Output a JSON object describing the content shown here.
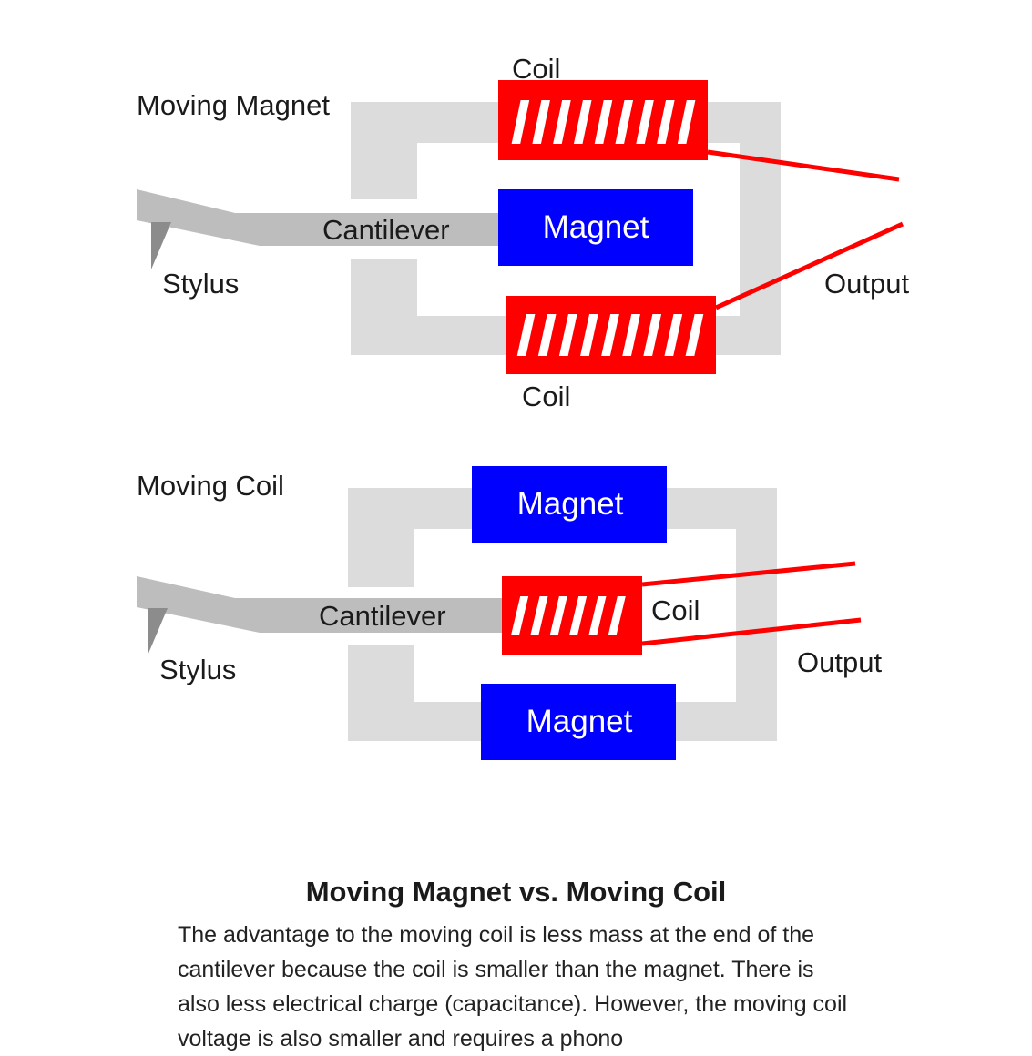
{
  "diagram": {
    "moving_magnet": {
      "title": "Moving Magnet",
      "coil_top_label": "Coil",
      "coil_bottom_label": "Coil",
      "magnet_label": "Magnet",
      "cantilever_label": "Cantilever",
      "stylus_label": "Stylus",
      "output_label": "Output"
    },
    "moving_coil": {
      "title": "Moving Coil",
      "magnet_top_label": "Magnet",
      "magnet_bottom_label": "Magnet",
      "coil_label": "Coil",
      "cantilever_label": "Cantilever",
      "stylus_label": "Stylus",
      "output_label": "Output"
    },
    "colors": {
      "magnet": "#0000ff",
      "coil": "#ff0000",
      "core": "#dcdcdc",
      "cantilever": "#bdbdbd",
      "stylus": "#8c8c8c"
    }
  },
  "article": {
    "heading": "Moving Magnet vs. Moving Coil",
    "paragraph": "The advantage to the moving coil is less mass at the end of the cantilever because the coil is smaller than the magnet. There is also less electrical charge (capacitance). However, the moving coil voltage is also smaller and requires a phono"
  }
}
